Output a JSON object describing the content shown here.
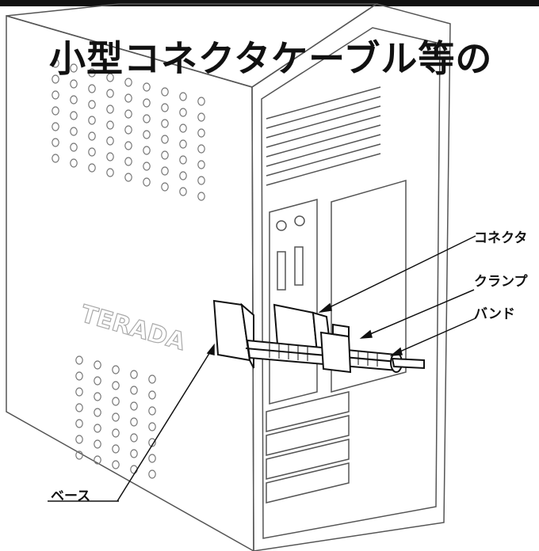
{
  "title": "小型コネクタケーブル等の",
  "labels": {
    "connector": "コネクタ",
    "clamp": "クランプ",
    "band": "バンド",
    "base": "ベース"
  },
  "brand": "TERADA",
  "colors": {
    "ink": "#111111",
    "line": "#555555",
    "paper": "#ffffff",
    "brand": "#cfcfcf"
  }
}
